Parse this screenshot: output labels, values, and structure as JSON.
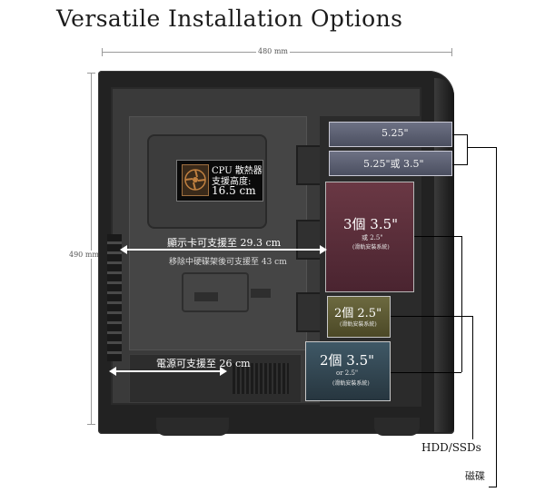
{
  "title": "Versatile Installation Options",
  "dimensions": {
    "width_label": "480 mm",
    "height_label": "490 mm"
  },
  "cpu_cooler": {
    "line1": "CPU 散熱器",
    "line2": "支援高度:",
    "line3": "16.5 cm"
  },
  "gpu": {
    "label": "顯示卡可支援至 29.3 cm",
    "sublabel": "移除中硬碟架後可支援至 43 cm"
  },
  "psu": {
    "label": "電源可支援至 26 cm"
  },
  "bays": {
    "bay1": "5.25\"",
    "bay2": "5.25\"或 3.5\""
  },
  "cage_35_top": {
    "title": "3個 3.5\"",
    "sub": "或 2.5\"",
    "note": "(滑軌安裝系統)"
  },
  "cage_25": {
    "title": "2個 2.5\"",
    "note": "(滑軌安裝系統)"
  },
  "cage_35_bottom": {
    "title": "2個 3.5\"",
    "sub": "or 2.5\"",
    "note": "(滑軌安裝系統)"
  },
  "hdd_label": "HDD/SSDs",
  "disc_label": "磁碟",
  "colors": {
    "case": "#222222",
    "bay525": "#5c6072",
    "cage35": "#5a2e3a",
    "cage25": "#5c5a34",
    "cage35b": "#344a56",
    "callout_line": "#000000"
  }
}
